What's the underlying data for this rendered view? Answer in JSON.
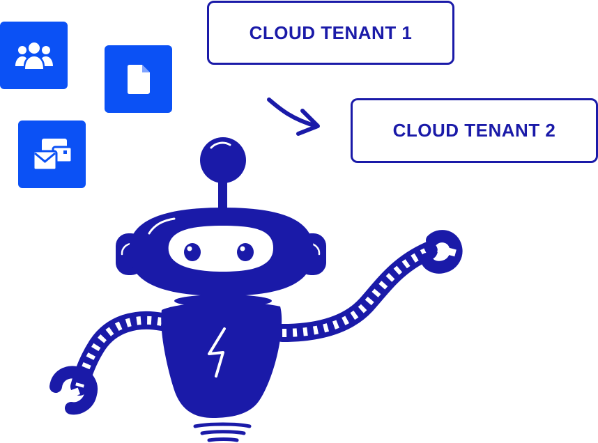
{
  "tenants": {
    "tenant_1": {
      "label": "CLOUD TENANT 1"
    },
    "tenant_2": {
      "label": "CLOUD TENANT 2"
    }
  },
  "app_tiles": [
    {
      "icon": "users-group-icon"
    },
    {
      "icon": "document-icon"
    },
    {
      "icon": "mail-apps-icon"
    }
  ],
  "illustration": {
    "figure": "robot",
    "chest_symbol": "lightning-bolt-icon"
  },
  "colors": {
    "tile_blue": "#0b51f5",
    "robot_blue": "#1a1aa8",
    "tenant_border": "#1a1aa8",
    "tenant_text": "#1a1aa8",
    "background": "#ffffff"
  }
}
